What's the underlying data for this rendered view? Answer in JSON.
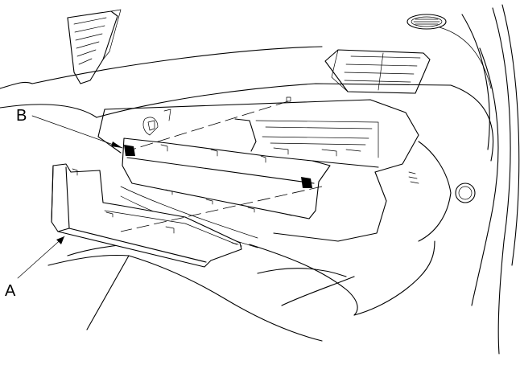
{
  "diagram": {
    "callouts": [
      {
        "id": "A",
        "label": "A"
      },
      {
        "id": "B",
        "label": "B"
      }
    ],
    "colors": {
      "line": "#000000",
      "background": "#ffffff"
    }
  }
}
